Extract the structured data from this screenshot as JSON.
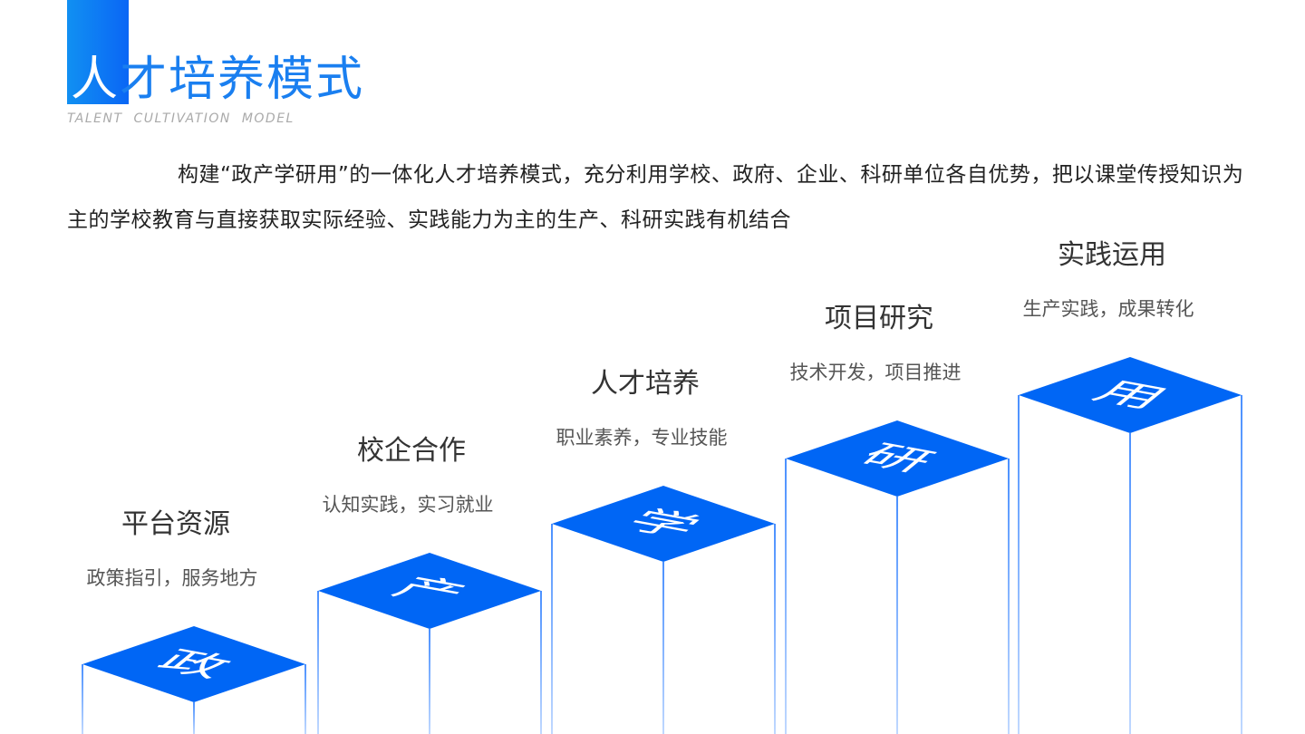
{
  "header": {
    "title_first": "人",
    "title_rest": "才培养模式",
    "subtitle": "TALENT  CULTIVATION  MODEL"
  },
  "body": {
    "text": "构建“政产学研用”的一体化人才培养模式，充分利用学校、政府、企业、科研单位各自优势，把以课堂传授知识为主的学校教育与直接获取实际经验、实践能力为主的生产、科研实践有机结合"
  },
  "colors": {
    "accent": "#0066f5",
    "edge": "#5c9cff"
  },
  "steps": [
    {
      "char": "政",
      "title": "平台资源",
      "subtitle": "政策指引，服务地方"
    },
    {
      "char": "产",
      "title": "校企合作",
      "subtitle": "认知实践，实习就业"
    },
    {
      "char": "学",
      "title": "人才培养",
      "subtitle": "职业素养，专业技能"
    },
    {
      "char": "研",
      "title": "项目研究",
      "subtitle": "技术开发，项目推进"
    },
    {
      "char": "用",
      "title": "实践运用",
      "subtitle": "生产实践，成果转化"
    }
  ]
}
